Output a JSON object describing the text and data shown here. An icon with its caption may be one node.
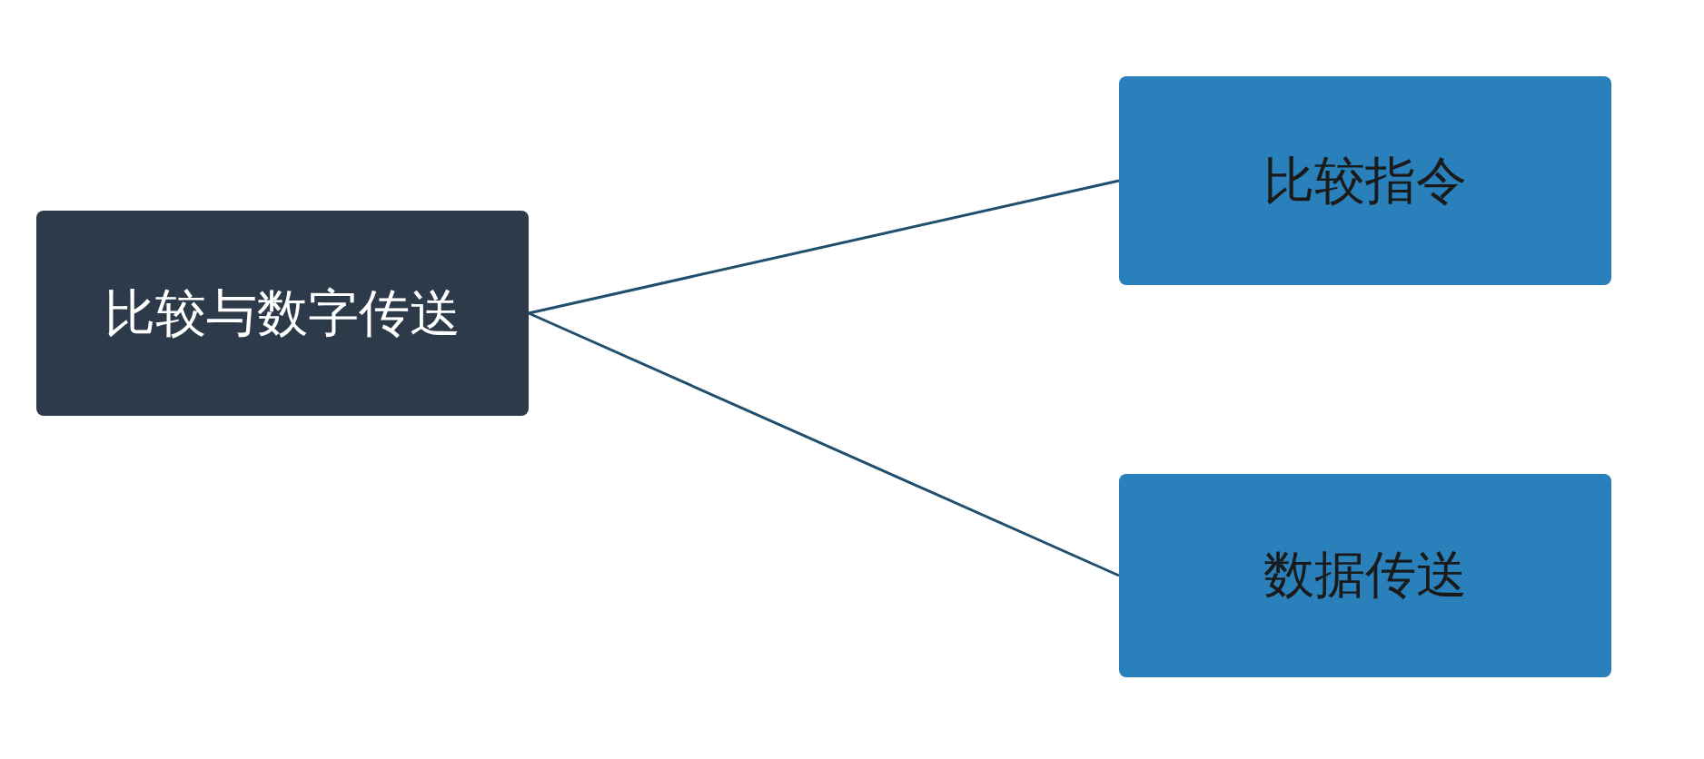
{
  "diagram": {
    "nodes": [
      {
        "text": [
          "比较与数字传送"
        ]
      },
      {
        "text": [
          "比较指令"
        ]
      },
      {
        "text": [
          "数据传送"
        ]
      }
    ],
    "edges": [
      {
        "from": 0,
        "to": 1,
        "arrow": "none"
      },
      {
        "from": 0,
        "to": 2,
        "arrow": "none"
      }
    ]
  }
}
